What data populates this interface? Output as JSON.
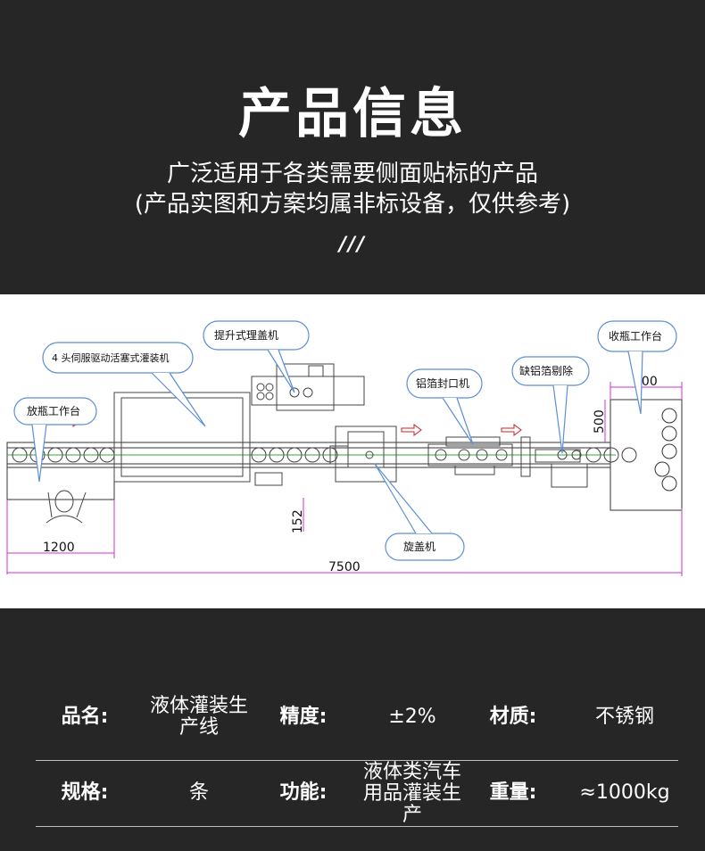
{
  "header": {
    "title": "产品信息",
    "subtitle_line1": "广泛适用于各类需要侧面贴标的产品",
    "subtitle_line2": "(产品实图和方案均属非标设备，仅供参考)",
    "decor": "///"
  },
  "diagram": {
    "labels": {
      "lifting_cap_sorter": "提升式理盖机",
      "filler": "4 头伺服驱动活塞式灌装机",
      "bottle_placing_table": "放瓶工作台",
      "foil_sealer": "铝箔封口机",
      "missing_foil_reject": "缺铝箔剔除",
      "bottle_collecting_table": "收瓶工作台",
      "capper": "旋盖机"
    },
    "dimensions": {
      "d800": "800",
      "d500": "500",
      "d152": "152",
      "d1200": "1200",
      "d7500": "7500"
    }
  },
  "specs": {
    "row1": {
      "k1": "品名:",
      "v1": "液体灌装生产线",
      "k2": "精度:",
      "v2": "±2%",
      "k3": "材质:",
      "v3": "不锈钢"
    },
    "row2": {
      "k1": "规格:",
      "v1": "条",
      "k2": "功能:",
      "v2": "液体类汽车用品灌装生产",
      "k3": "重量:",
      "v3": "≈1000kg"
    }
  },
  "colors": {
    "background": "#262626",
    "dimension_line": "#cc33cc",
    "conveyor_line": "#33aa33",
    "callout_stroke": "#5b8fd6",
    "arrow_red": "#cc2222"
  }
}
